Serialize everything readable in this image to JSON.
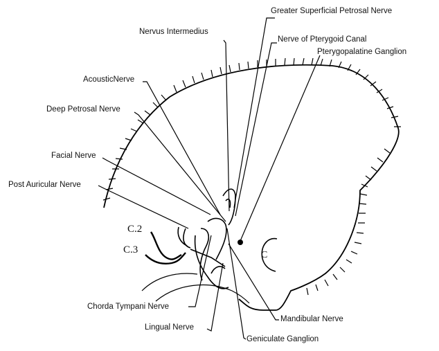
{
  "labels": {
    "greater_superficial_petrosal_nerve": "Greater Superficial Petrosal Nerve",
    "nervus_intermedius": "Nervus Intermedius",
    "nerve_of_pterygoid_canal": "Nerve of Pterygoid Canal",
    "pterygopalatine_ganglion": "Pterygopalatine Ganglion",
    "acoustic_nerve": "AcousticNerve",
    "deep_petrosal_nerve": "Deep Petrosal Nerve",
    "facial_nerve": "Facial Nerve",
    "post_auricular_nerve": "Post Auricular Nerve",
    "c2": "C.2",
    "c3": "C.3",
    "chorda_tympani_nerve": "Chorda Tympani Nerve",
    "lingual_nerve": "Lingual Nerve",
    "mandibular_nerve": "Mandibular Nerve",
    "geniculate_ganglion": "Geniculate Ganglion",
    "ear_letter": "C"
  }
}
